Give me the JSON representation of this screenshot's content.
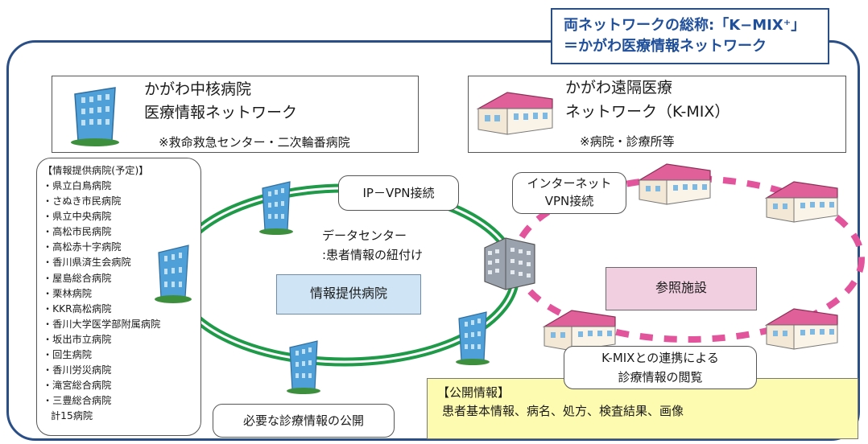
{
  "title": {
    "line1": "両ネットワークの総称:「K−MIX⁺」",
    "line2": "＝かがわ医療情報ネットワーク"
  },
  "chukaku": {
    "title_line1": "かがわ中核病院",
    "title_line2": "医療情報ネットワーク",
    "note": "※救命救急センター・二次輪番病院"
  },
  "enkaku": {
    "title_line1": "かがわ遠隔医療",
    "title_line2": "ネットワーク（K-MIX）",
    "note": "※病院・診療所等"
  },
  "provider_list": {
    "heading": "【情報提供病院(予定)】",
    "items": [
      "・県立白鳥病院",
      "・さぬき市民病院",
      "・県立中央病院",
      "・高松市民病院",
      "・高松赤十字病院",
      "・香川県済生会病院",
      "・屋島総合病院",
      "・栗林病院",
      "・KKR高松病院",
      "・香川大学医学部附属病院",
      "・坂出市立病院",
      "・回生病院",
      "・香川労災病院",
      "・滝宮総合病院",
      "・三豊総合病院"
    ],
    "total": "計15病院"
  },
  "labels": {
    "ipvpn": "IP－VPN接続",
    "internet_line1": "インターネット",
    "internet_line2": "VPN接続",
    "datacenter_line1": "データセンター",
    "datacenter_line2": ":患者情報の紐付け",
    "provider_hospital": "情報提供病院",
    "reference_facility": "参照施設",
    "kmix_line1": "K-MIXとの連携による",
    "kmix_line2": "診療情報の閲覧",
    "disclosure": "必要な診療情報の公開"
  },
  "public_info": {
    "heading": "【公開情報】",
    "body": "患者基本情報、病名、処方、検査結果、画像"
  },
  "colors": {
    "frame": "#2a4e86",
    "title_text": "#1f4f9a",
    "green_ring": "#1e9a48",
    "pink_dash": "#e2559c",
    "provider_box": "#cfe5f5",
    "reference_box": "#f2cfe0",
    "info_box": "#fdfbb0",
    "building_blue": "#4f9fd8",
    "roof_pink": "#e0609a"
  }
}
